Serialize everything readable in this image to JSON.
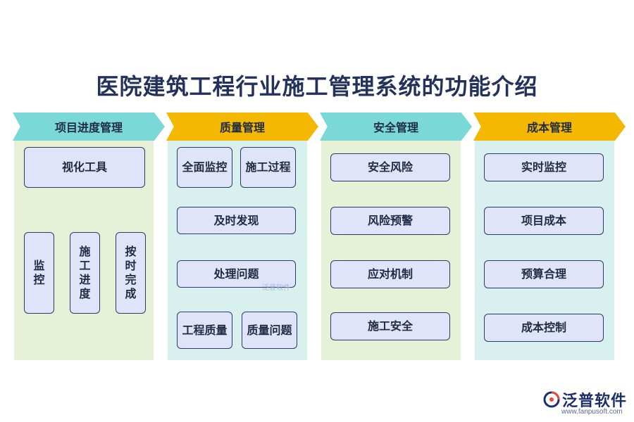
{
  "title": "医院建筑工程行业施工管理系统的功能介绍",
  "colors": {
    "teal_header": "#7ad9d6",
    "yellow_header": "#f5b800",
    "col_bg_green": "#e6f1d8",
    "col_bg_teal": "#d8f0ee",
    "box_fill": "#dfe4f8",
    "box_border": "#2e3a66"
  },
  "columns": [
    {
      "header": "项目进度管理",
      "items": [
        "视化工具",
        "监控",
        "施工\n进度",
        "按时\n完成"
      ]
    },
    {
      "header": "质量管理",
      "items": [
        "全面监控",
        "施工过程",
        "及时发现",
        "处理问题",
        "工程质量",
        "质量问题"
      ]
    },
    {
      "header": "安全管理",
      "items": [
        "安全风险",
        "风险预警",
        "应对机制",
        "施工安全"
      ]
    },
    {
      "header": "成本管理",
      "items": [
        "实时监控",
        "项目成本",
        "预算合理",
        "成本控制"
      ]
    }
  ],
  "watermark": "泛普软件",
  "logo": {
    "name": "泛普软件",
    "url": "www.fanpusoft.com"
  }
}
